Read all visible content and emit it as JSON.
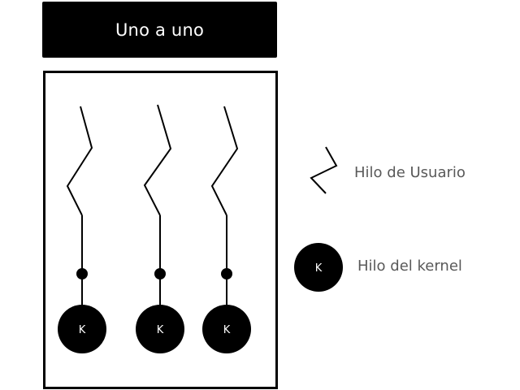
{
  "title": "Uno a uno",
  "threads": [
    {
      "kernel_label": "K"
    },
    {
      "kernel_label": "K"
    },
    {
      "kernel_label": "K"
    }
  ],
  "legend": {
    "user_thread_label": "Hilo de Usuario",
    "kernel_label_symbol": "K",
    "kernel_thread_label": "Hilo del kernel"
  }
}
